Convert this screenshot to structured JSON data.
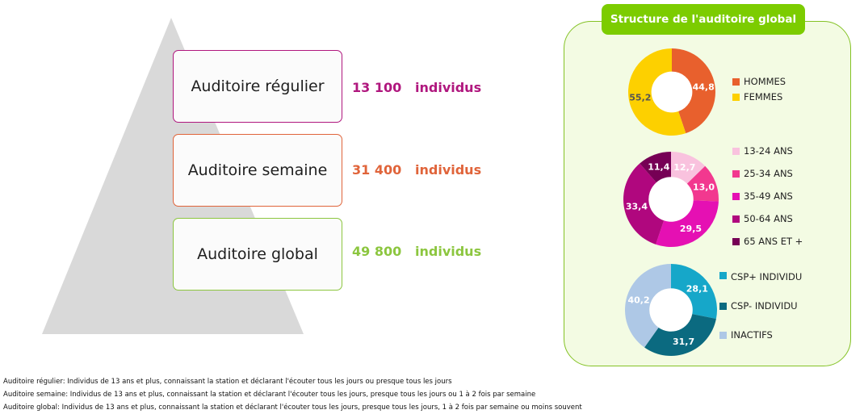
{
  "tiers": [
    {
      "label": "Auditoire régulier",
      "value": "13 100",
      "unit": "individus",
      "color": "#b0177e"
    },
    {
      "label": "Auditoire semaine",
      "value": "31 400",
      "unit": "individus",
      "color": "#e0643a"
    },
    {
      "label": "Auditoire global",
      "value": "49 800",
      "unit": "individus",
      "color": "#8cc63f"
    }
  ],
  "panel": {
    "title": "Structure de l'auditoire global"
  },
  "chart_data": [
    {
      "type": "pie",
      "title": "",
      "labels": [
        "HOMMES",
        "FEMMES"
      ],
      "values": [
        44.8,
        55.2
      ],
      "value_labels": [
        "44,8",
        "55,2"
      ],
      "colors": [
        "#e8602d",
        "#fdd000"
      ],
      "label_colors": [
        "#ffffff",
        "#555555"
      ]
    },
    {
      "type": "pie",
      "title": "",
      "labels": [
        "13-24 ANS",
        "25-34 ANS",
        "35-49 ANS",
        "50-64 ANS",
        "65 ANS ET +"
      ],
      "values": [
        12.7,
        13.0,
        29.5,
        33.4,
        11.4
      ],
      "value_labels": [
        "12,7",
        "13,0",
        "29,5",
        "33,4",
        "11,4"
      ],
      "colors": [
        "#f9c2de",
        "#f2388f",
        "#e510b3",
        "#b0077e",
        "#760055"
      ],
      "label_colors": [
        "#ffffff",
        "#ffffff",
        "#ffffff",
        "#ffffff",
        "#ffffff"
      ]
    },
    {
      "type": "pie",
      "title": "",
      "labels": [
        "CSP+ INDIVIDU",
        "CSP- INDIVIDU",
        "INACTIFS"
      ],
      "values": [
        28.1,
        31.7,
        40.2
      ],
      "value_labels": [
        "28,1",
        "31,7",
        "40,2"
      ],
      "colors": [
        "#16a7c9",
        "#0b6a80",
        "#aec8e6"
      ],
      "label_colors": [
        "#ffffff",
        "#ffffff",
        "#ffffff"
      ]
    }
  ],
  "footnotes": [
    "Auditoire régulier: Individus de 13 ans et plus, connaissant la station et déclarant l'écouter tous les jours ou presque tous les jours",
    "Auditoire semaine: Individus de 13 ans et plus, connaissant la station et déclarant l'écouter tous les jours, presque tous les jours ou 1 à 2 fois par semaine",
    "Auditoire global: Individus de 13 ans et plus, connaissant la station et déclarant l'écouter tous les jours, presque tous les jours, 1 à 2 fois par semaine ou moins souvent"
  ]
}
